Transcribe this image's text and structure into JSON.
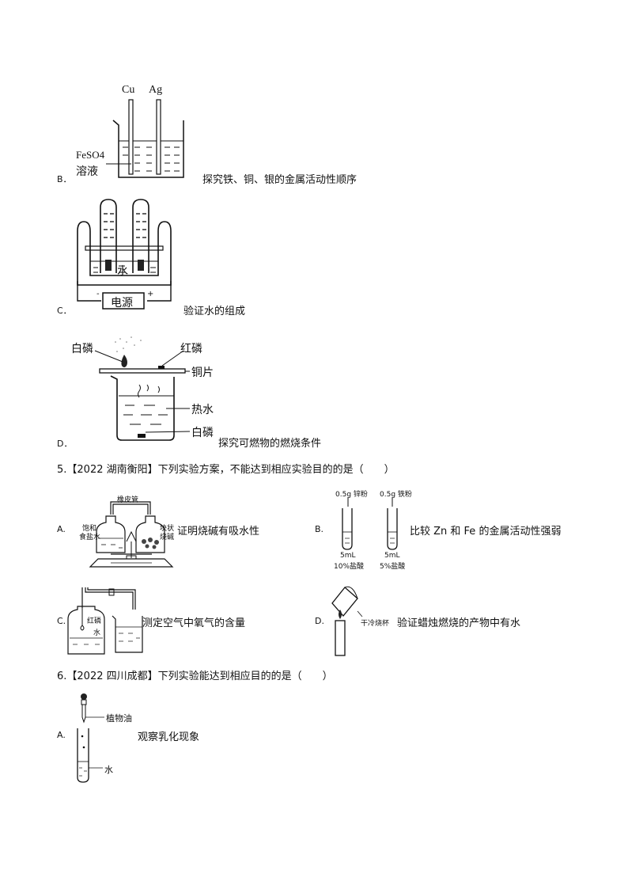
{
  "itemB": {
    "letter": "B．",
    "caption": "探究铁、铜、银的金属活动性顺序",
    "labels": {
      "cu": "Cu",
      "ag": "Ag",
      "solution_line1": "FeSO4",
      "solution_line2": "溶液"
    }
  },
  "itemC": {
    "letter": "C．",
    "caption": "验证水的组成",
    "labels": {
      "water": "水",
      "power": "电源",
      "minus": "-",
      "plus": "+"
    }
  },
  "itemD": {
    "letter": "D．",
    "caption": "探究可燃物的燃烧条件",
    "labels": {
      "white_p_top": "白磷",
      "red_p": "红磷",
      "copper": "铜片",
      "hot_water": "热水",
      "white_p_bottom": "白磷"
    }
  },
  "q5": {
    "stem": "5.【2022 湖南衡阳】下列实验方案，不能达到相应实验目的的是（　　）",
    "options": [
      {
        "letter": "A.",
        "caption": "证明烧碱有吸水性",
        "labels": {
          "tube": "橡皮管",
          "left_line1": "饱和",
          "left_line2": "食盐水",
          "right_line1": "块状",
          "right_line2": "烧碱"
        }
      },
      {
        "letter": "B.",
        "caption": "比较 Zn 和 Fe 的金属活动性强弱",
        "labels": {
          "zn": "0.5g 锌粉",
          "fe": "0.5g 铁粉",
          "acid1_line1": "5mL",
          "acid1_line2": "10%盐酸",
          "acid2_line1": "5mL",
          "acid2_line2": "5%盐酸"
        }
      },
      {
        "letter": "C.",
        "caption": "测定空气中氧气的含量",
        "labels": {
          "red_p": "红磷",
          "water": "水"
        }
      },
      {
        "letter": "D.",
        "caption": "验证蜡烛燃烧的产物中有水",
        "labels": {
          "beaker": "干冷烧杯"
        }
      }
    ]
  },
  "q6": {
    "stem": "6.【2022 四川成都】下列实验能达到相应目的的是（　　）",
    "options": [
      {
        "letter": "A.",
        "caption": "观察乳化现象",
        "labels": {
          "oil": "植物油",
          "water": "水"
        }
      }
    ]
  }
}
